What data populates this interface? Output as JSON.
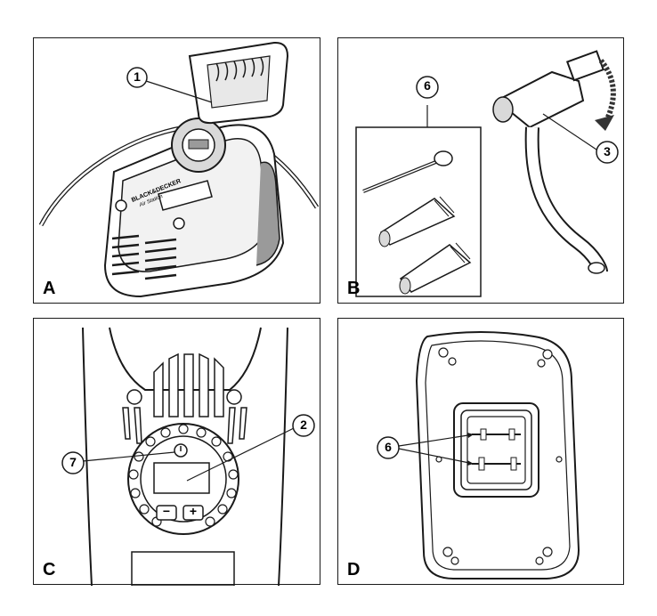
{
  "panels": [
    {
      "id": "A",
      "label": "A",
      "brand": "BLACK&DECKER",
      "model": "Air Station"
    },
    {
      "id": "B",
      "label": "B"
    },
    {
      "id": "C",
      "label": "C"
    },
    {
      "id": "D",
      "label": "D"
    }
  ],
  "callouts": {
    "a1": "1",
    "b6": "6",
    "b3": "3",
    "c2": "2",
    "c7": "7",
    "d6": "6"
  },
  "display_buttons": {
    "minus": "−",
    "plus": "+"
  },
  "colors": {
    "line": "#1a1a1a",
    "shade": "#9a9a9a",
    "light": "#d9d9d9",
    "arrow": "#333333"
  }
}
